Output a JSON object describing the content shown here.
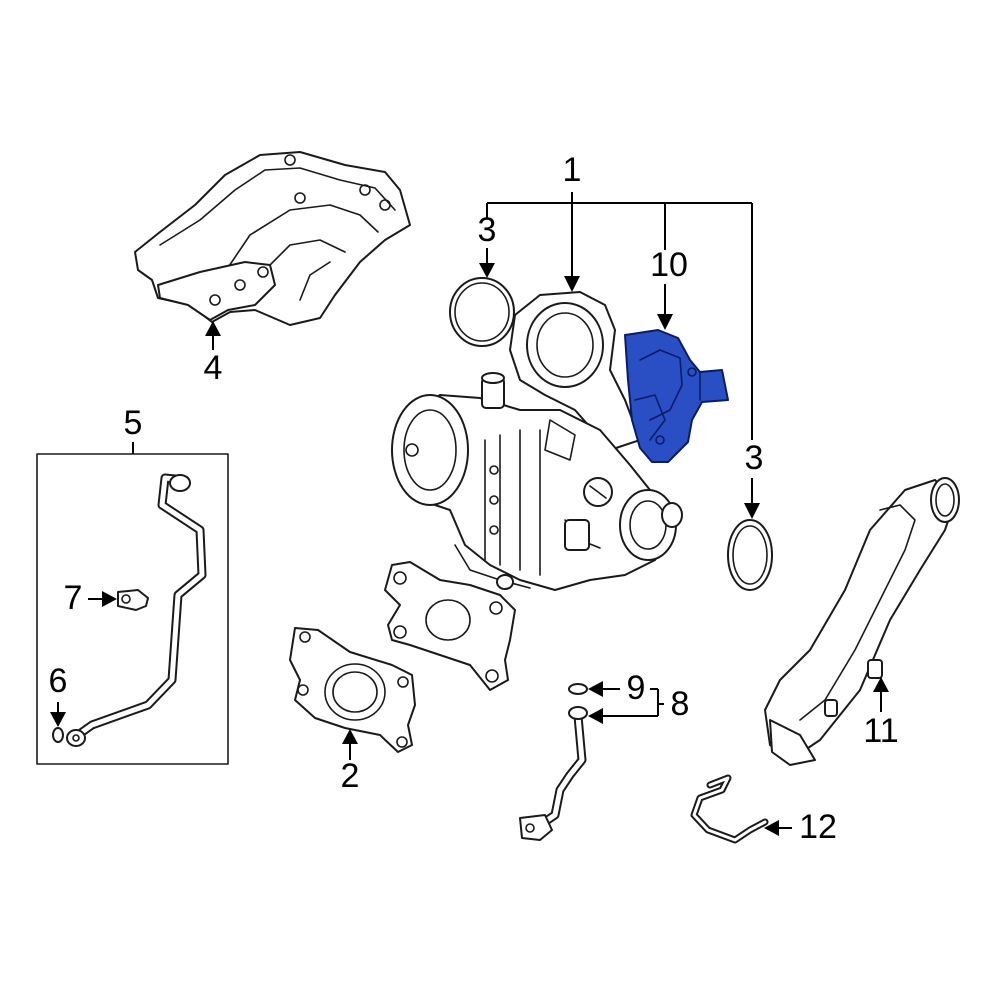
{
  "diagram": {
    "highlight_color": "#2a4fc4",
    "callouts": [
      {
        "id": "1",
        "label": "1"
      },
      {
        "id": "2",
        "label": "2"
      },
      {
        "id": "3a",
        "label": "3"
      },
      {
        "id": "3b",
        "label": "3"
      },
      {
        "id": "4",
        "label": "4"
      },
      {
        "id": "5",
        "label": "5"
      },
      {
        "id": "6",
        "label": "6"
      },
      {
        "id": "7",
        "label": "7"
      },
      {
        "id": "8",
        "label": "8"
      },
      {
        "id": "9",
        "label": "9"
      },
      {
        "id": "10",
        "label": "10"
      },
      {
        "id": "11",
        "label": "11"
      },
      {
        "id": "12",
        "label": "12"
      }
    ]
  }
}
